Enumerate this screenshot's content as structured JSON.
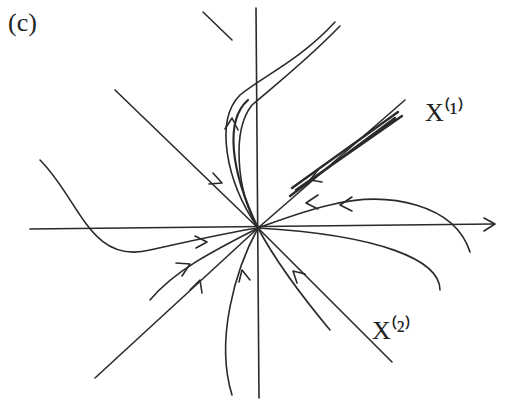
{
  "diagram": {
    "labels": [
      "(c)",
      "X⁽¹⁾",
      "X⁽²⁾"
    ]
  }
}
